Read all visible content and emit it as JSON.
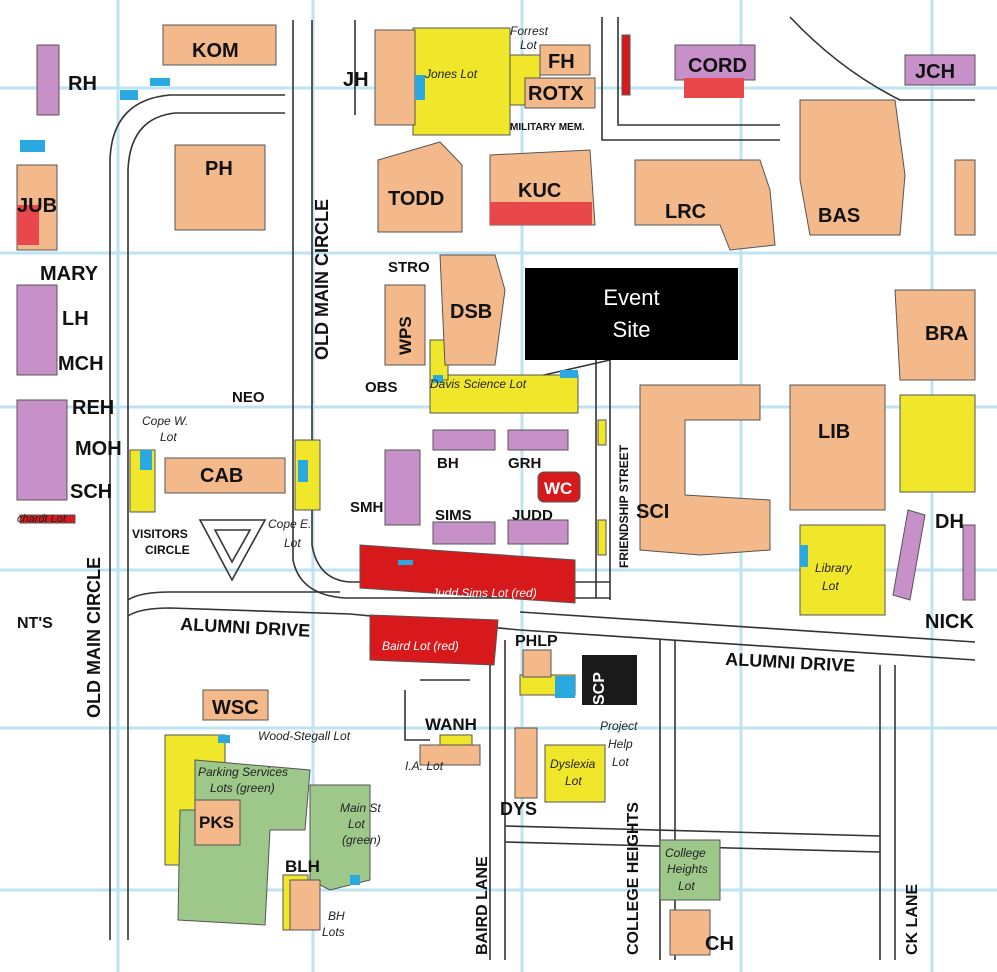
{
  "event_site": {
    "line1": "Event",
    "line2": "Site"
  },
  "colors": {
    "academic": "#F4B98A",
    "residence": "#C890C8",
    "parking_yellow": "#F0E62A",
    "parking_red": "#D7191C",
    "parking_green": "#9DC88A",
    "accessible_blue": "#2AA8E0",
    "grid": "#BEE3F2"
  },
  "buildings": {
    "kom": "KOM",
    "rh": "RH",
    "jh": "JH",
    "fh": "FH",
    "rotx": "ROTX",
    "cord": "CORD",
    "jch": "JCH",
    "ph": "PH",
    "jub": "JUB",
    "todd": "TODD",
    "kuc": "KUC",
    "lrc": "LRC",
    "bas": "BAS",
    "mary": "MARY",
    "lh": "LH",
    "mch": "MCH",
    "stro": "STRO",
    "wps": "WPS",
    "dsb": "DSB",
    "bra": "BRA",
    "neo": "NEO",
    "obs": "OBS",
    "reh": "REH",
    "moh": "MOH",
    "sch": "SCH",
    "bh": "BH",
    "grh": "GRH",
    "lib": "LIB",
    "cab": "CAB",
    "wc": "WC",
    "smh": "SMH",
    "sims": "SIMS",
    "judd": "JUDD",
    "sci": "SCI",
    "dh": "DH",
    "nick": "NICK",
    "nts": "NT'S",
    "phlp": "PHLP",
    "scp": "SCP",
    "wsc": "WSC",
    "wanh": "WANH",
    "dys": "DYS",
    "pks": "PKS",
    "blh": "BLH",
    "ch": "CH"
  },
  "streets": {
    "old_main_circle_1": "OLD MAIN CIRCLE",
    "old_main_circle_2": "OLD MAIN CIRCLE",
    "alumni_drive_1": "ALUMNI DRIVE",
    "alumni_drive_2": "ALUMNI DRIVE",
    "friendship_street": "FRIENDSHIP STREET",
    "visitors": "VISITORS",
    "circle": "CIRCLE",
    "baird_lane": "BAIRD LANE",
    "college_heights": "COLLEGE HEIGHTS",
    "ck_lane": "CK LANE",
    "military_mem": "MILITARY MEM."
  },
  "lots": {
    "forrest_1": "Forrest",
    "forrest_2": "Lot",
    "jones": "Jones Lot",
    "davis_science": "Davis Science Lot",
    "cope_w_1": "Cope W.",
    "cope_w_2": "Lot",
    "cope_e_1": "Cope E.",
    "cope_e_2": "Lot",
    "judd_sims": "Judd Sims Lot (red)",
    "baird": "Baird Lot (red)",
    "library_1": "Library",
    "library_2": "Lot",
    "wood_stegall": "Wood-Stegall Lot",
    "ia": "I.A. Lot",
    "project_help_1": "Project",
    "project_help_2": "Help",
    "project_help_3": "Lot",
    "dyslexia_1": "Dyslexia",
    "dyslexia_2": "Lot",
    "parking_services_1": "Parking Services",
    "parking_services_2": "Lots (green)",
    "main_st_1": "Main St",
    "main_st_2": "Lot",
    "main_st_3": "(green)",
    "college_heights_1": "College",
    "college_heights_2": "Heights",
    "college_heights_3": "Lot",
    "bh_1": "BH",
    "bh_2": "Lots",
    "schardt": "chardt Lot"
  }
}
